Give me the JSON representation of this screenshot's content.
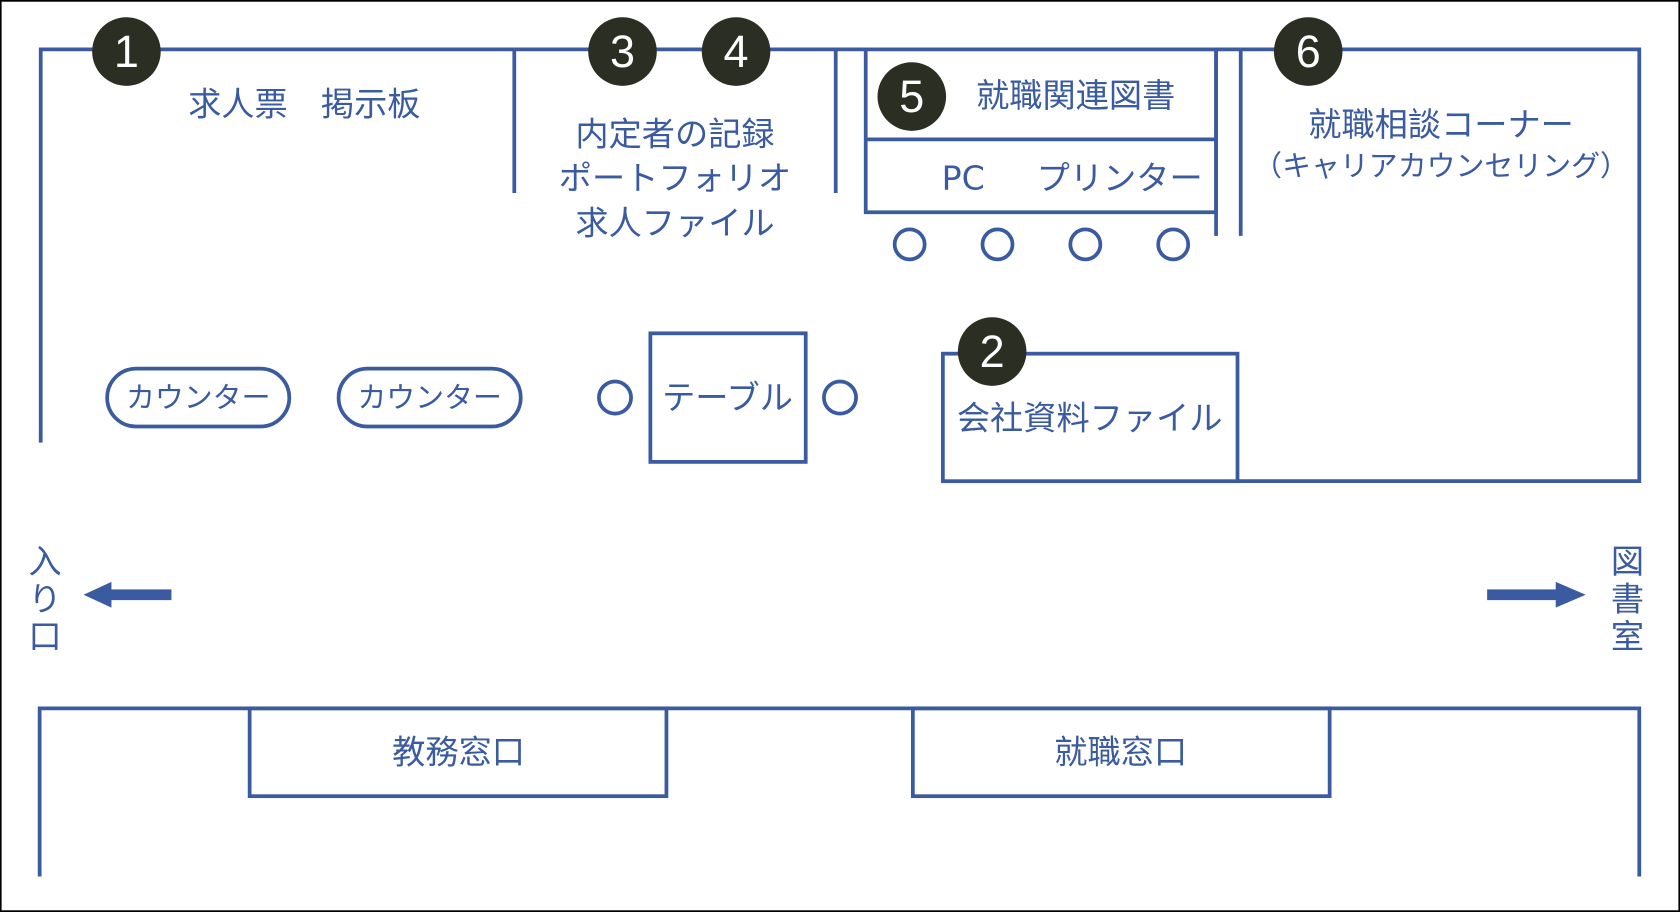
{
  "markers": [
    "1",
    "2",
    "3",
    "4",
    "5",
    "6"
  ],
  "areas": {
    "job_board": "求人票　掲示板",
    "records_line1": "内定者の記録",
    "records_line2": "ポートフォリオ",
    "records_line3": "求人ファイル",
    "books": "就職関連図書",
    "pc": "PC",
    "printer": "プリンター",
    "consult_line1": "就職相談コーナー",
    "consult_line2": "（キャリアカウンセリング）",
    "counter1": "カウンター",
    "counter2": "カウンター",
    "table": "テーブル",
    "company_files": "会社資料ファイル",
    "academic_window": "教務窓口",
    "job_window": "就職窓口"
  },
  "exits": {
    "entrance": [
      "入",
      "り",
      "口"
    ],
    "library": [
      "図",
      "書",
      "室"
    ]
  },
  "colors": {
    "line": "#3a5ba0",
    "marker": "#2b2e22"
  }
}
